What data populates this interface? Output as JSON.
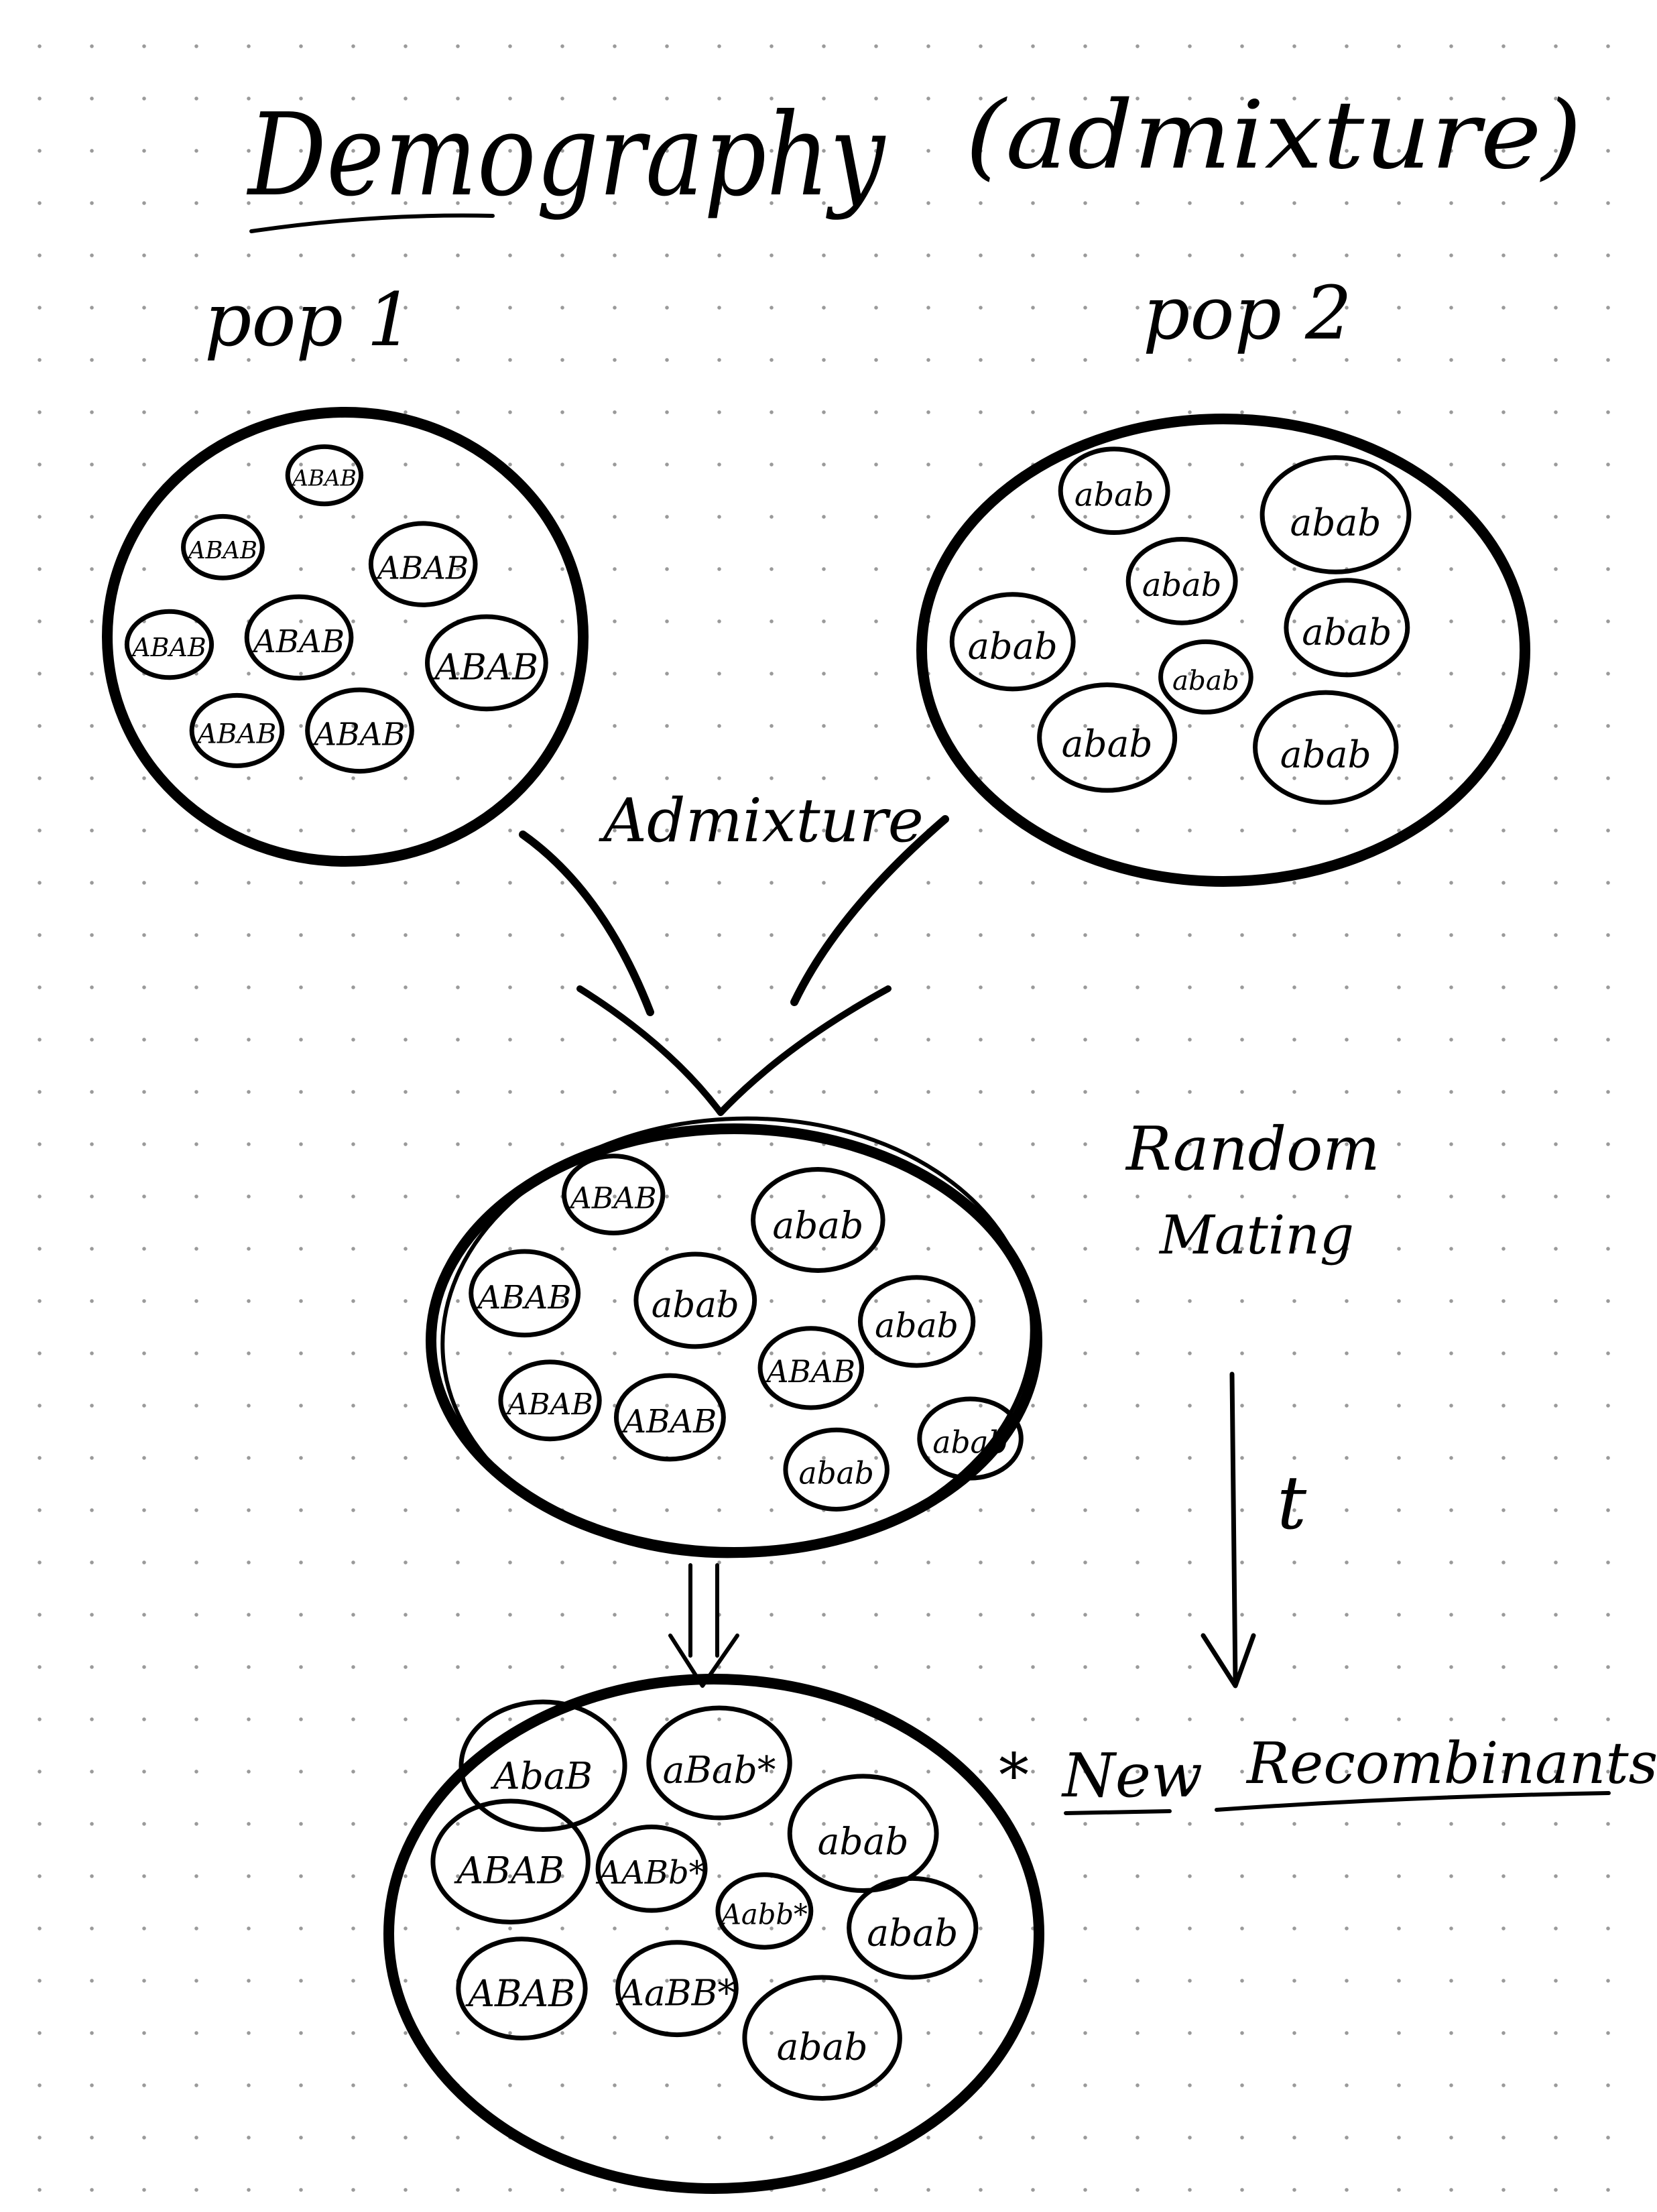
{
  "title": "Demography",
  "subtitle": "(admixture)",
  "pop1_label": "pop 1",
  "pop2_label": "pop 2",
  "admixture_label": "Admixture",
  "random_mating_line1": "Random",
  "random_mating_line2": "Mating",
  "time_label": "t",
  "recombinant_star": "*",
  "new_label": "New",
  "recombinants_label": "Recombinants",
  "populations": {
    "pop1": [
      "ABAB",
      "ABAB",
      "ABAB",
      "ABAB",
      "ABAB",
      "ABAB",
      "ABAB",
      "ABAB"
    ],
    "pop2": [
      "abab",
      "abab",
      "abab",
      "abab",
      "abab",
      "abab",
      "abab",
      "abab"
    ],
    "admixed": [
      "ABAB",
      "abab",
      "ABAB",
      "abab",
      "abab",
      "ABAB",
      "ABAB",
      "ABAB",
      "abab",
      "abab"
    ],
    "after_mating": [
      "AbaB",
      "aBab*",
      "ABAB",
      "AABb*",
      "abab",
      "Aabb*",
      "abab",
      "ABAB",
      "AaBB*",
      "abab"
    ]
  }
}
